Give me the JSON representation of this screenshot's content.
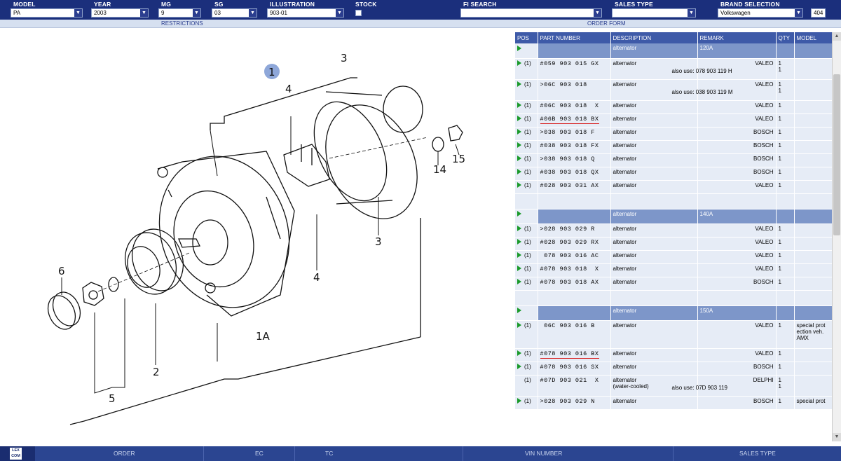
{
  "filters": {
    "model": {
      "label": "MODEL",
      "value": "PA"
    },
    "year": {
      "label": "YEAR",
      "value": "2003"
    },
    "mg": {
      "label": "MG",
      "value": "9"
    },
    "sg": {
      "label": "SG",
      "value": "03"
    },
    "illustration": {
      "label": "ILLUSTRATION",
      "value": "903-01"
    },
    "stock": {
      "label": "STOCK"
    },
    "fi_search": {
      "label": "FI SEARCH",
      "value": ""
    },
    "sales_type": {
      "label": "SALES TYPE",
      "value": ""
    },
    "brand": {
      "label": "BRAND SELECTION",
      "value": "Volkswagen",
      "code": "404"
    }
  },
  "sections": {
    "left": "RESTRICTIONS",
    "right": "ORDER FORM"
  },
  "table": {
    "headers": [
      "POS",
      "PART NUMBER",
      "DESCRIPTION",
      "REMARK",
      "QTY",
      "MODEL"
    ],
    "rows": [
      {
        "kind": "group",
        "description": "alternator",
        "remark": "120A"
      },
      {
        "kind": "part",
        "qty_paren": "(1)",
        "part": "#059 903 015 GX",
        "description": "alternator",
        "remark": "VALEO",
        "also_label": "also use:",
        "also_value": "078 903 119 H",
        "qty": "1",
        "qty2": "1",
        "model": ""
      },
      {
        "kind": "part",
        "qty_paren": "(1)",
        "part": ">06C 903 018",
        "description": "alternator",
        "remark": "VALEO",
        "also_label": "also use:",
        "also_value": "038 903 119 M",
        "qty": "1",
        "qty2": "1",
        "model": ""
      },
      {
        "kind": "part",
        "qty_paren": "(1)",
        "part": "#06C 903 018  X",
        "description": "alternator",
        "remark": "VALEO",
        "qty": "1",
        "model": ""
      },
      {
        "kind": "part",
        "qty_paren": "(1)",
        "part": "#06B 903 018 BX",
        "description": "alternator",
        "remark": "VALEO",
        "qty": "1",
        "model": "",
        "marked": true
      },
      {
        "kind": "part",
        "qty_paren": "(1)",
        "part": ">038 903 018 F",
        "description": "alternator",
        "remark": "BOSCH",
        "qty": "1",
        "model": ""
      },
      {
        "kind": "part",
        "qty_paren": "(1)",
        "part": "#038 903 018 FX",
        "description": "alternator",
        "remark": "BOSCH",
        "qty": "1",
        "model": ""
      },
      {
        "kind": "part",
        "qty_paren": "(1)",
        "part": ">038 903 018 Q",
        "description": "alternator",
        "remark": "BOSCH",
        "qty": "1",
        "model": ""
      },
      {
        "kind": "part",
        "qty_paren": "(1)",
        "part": "#038 903 018 QX",
        "description": "alternator",
        "remark": "BOSCH",
        "qty": "1",
        "model": ""
      },
      {
        "kind": "part",
        "qty_paren": "(1)",
        "part": "#028 903 031 AX",
        "description": "alternator",
        "remark": "VALEO",
        "qty": "1",
        "model": ""
      },
      {
        "kind": "blank"
      },
      {
        "kind": "group",
        "description": "alternator",
        "remark": "140A"
      },
      {
        "kind": "part",
        "qty_paren": "(1)",
        "part": ">028 903 029 R",
        "description": "alternator",
        "remark": "VALEO",
        "qty": "1",
        "model": ""
      },
      {
        "kind": "part",
        "qty_paren": "(1)",
        "part": "#028 903 029 RX",
        "description": "alternator",
        "remark": "VALEO",
        "qty": "1",
        "model": ""
      },
      {
        "kind": "part",
        "qty_paren": "(1)",
        "part": " 078 903 016 AC",
        "description": "alternator",
        "remark": "VALEO",
        "qty": "1",
        "model": ""
      },
      {
        "kind": "part",
        "qty_paren": "(1)",
        "part": "#078 903 018  X",
        "description": "alternator",
        "remark": "VALEO",
        "qty": "1",
        "model": ""
      },
      {
        "kind": "part",
        "qty_paren": "(1)",
        "part": "#078 903 018 AX",
        "description": "alternator",
        "remark": "BOSCH",
        "qty": "1",
        "model": ""
      },
      {
        "kind": "blank"
      },
      {
        "kind": "group",
        "description": "alternator",
        "remark": "150A"
      },
      {
        "kind": "part",
        "qty_paren": "(1)",
        "part": " 06C 903 016 B",
        "description": "alternator",
        "remark": "VALEO",
        "qty": "1",
        "model": "special prot ection veh. AMX"
      },
      {
        "kind": "part",
        "qty_paren": "(1)",
        "part": "#078 903 016 BX",
        "description": "alternator",
        "remark": "VALEO",
        "qty": "1",
        "model": "",
        "marked": true
      },
      {
        "kind": "part",
        "qty_paren": "(1)",
        "part": "#078 903 016 SX",
        "description": "alternator",
        "remark": "BOSCH",
        "qty": "1",
        "model": ""
      },
      {
        "kind": "part",
        "qty_paren": "(1)",
        "part": "#07D 903 021  X",
        "description": "alternator\n(water-cooled)",
        "remark": "DELPHI",
        "also_label": "also use:",
        "also_value": "07D 903 119",
        "qty": "1",
        "qty2": "1",
        "model": "",
        "no_arrow": true
      },
      {
        "kind": "part",
        "qty_paren": "(1)",
        "part": ">028 903 029 N",
        "description": "alternator",
        "remark": "BOSCH",
        "qty": "1",
        "model": "special prot"
      }
    ]
  },
  "diagram": {
    "callouts": [
      "1",
      "3",
      "4",
      "14",
      "15",
      "6",
      "2",
      "5",
      "1A",
      "3",
      "4"
    ]
  },
  "bottom_nav": {
    "logo": "LEX COM",
    "items": [
      "ORDER",
      "EC",
      "TC",
      "VIN NUMBER",
      "SALES TYPE"
    ]
  },
  "colors": {
    "bar": "#1b2f7c",
    "header": "#3e5aa8",
    "group": "#7d96c9",
    "row": "#e6ecf6",
    "arrow": "#1a9a2a",
    "mark": "#d81e1e"
  }
}
